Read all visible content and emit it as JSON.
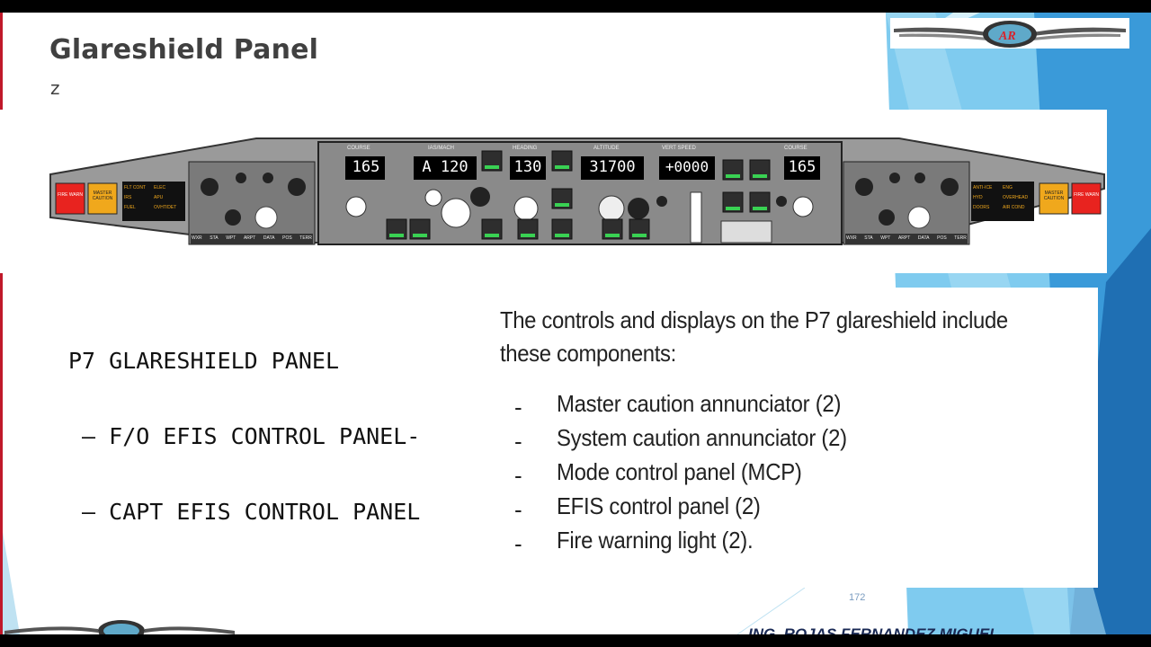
{
  "slide": {
    "title": "Glareshield Panel",
    "subtitle": "z",
    "page_number": "172",
    "author": "ING. ROJAS FERNANDEZ MIGUEL"
  },
  "panel": {
    "mcp_labels": [
      "COURSE",
      "IAS/MACH",
      "HEADING",
      "ALTITUDE",
      "VERT SPEED",
      "COURSE"
    ],
    "course_left": "165",
    "ias_mach": "A 120",
    "heading": "130",
    "altitude": "31700",
    "vert_speed": "+0000",
    "course_right": "165",
    "left_annunciators": {
      "fire": "FIRE WARN",
      "master": "MASTER CAUTION",
      "sys": [
        "FLT CONT",
        "ELEC",
        "IRS",
        "APU",
        "FUEL",
        "OVHT/DET"
      ]
    },
    "right_annunciators": {
      "fire": "FIRE WARN",
      "master": "MASTER CAUTION",
      "sys": [
        "ANTI-ICE",
        "ENG",
        "HYD",
        "OVERHEAD",
        "DOORS",
        "AIR COND"
      ]
    },
    "efis_buttons": [
      "WXR",
      "STA",
      "WPT",
      "ARPT",
      "DATA",
      "POS",
      "TERR"
    ]
  },
  "left_text": {
    "heading": "P7 GLARESHIELD PANEL",
    "line1": " – F/O EFIS CONTROL PANEL-",
    "line2": " – CAPT EFIS CONTROL PANEL"
  },
  "description": {
    "intro": "The controls and displays on the P7 glareshield include these components:",
    "bullet_marker": "-",
    "items": [
      "Master caution annunciator (2)",
      "System caution annunciator (2)",
      "Mode control panel (MCP)",
      "EFIS control panel (2)",
      "Fire warning light (2)."
    ]
  },
  "colors": {
    "accent_blue": "#2a8fd0",
    "light_blue": "#7fcbef",
    "panel_gray": "#8e8e8e",
    "annunciator_red": "#e8231f",
    "annunciator_amber": "#f0a81c"
  }
}
